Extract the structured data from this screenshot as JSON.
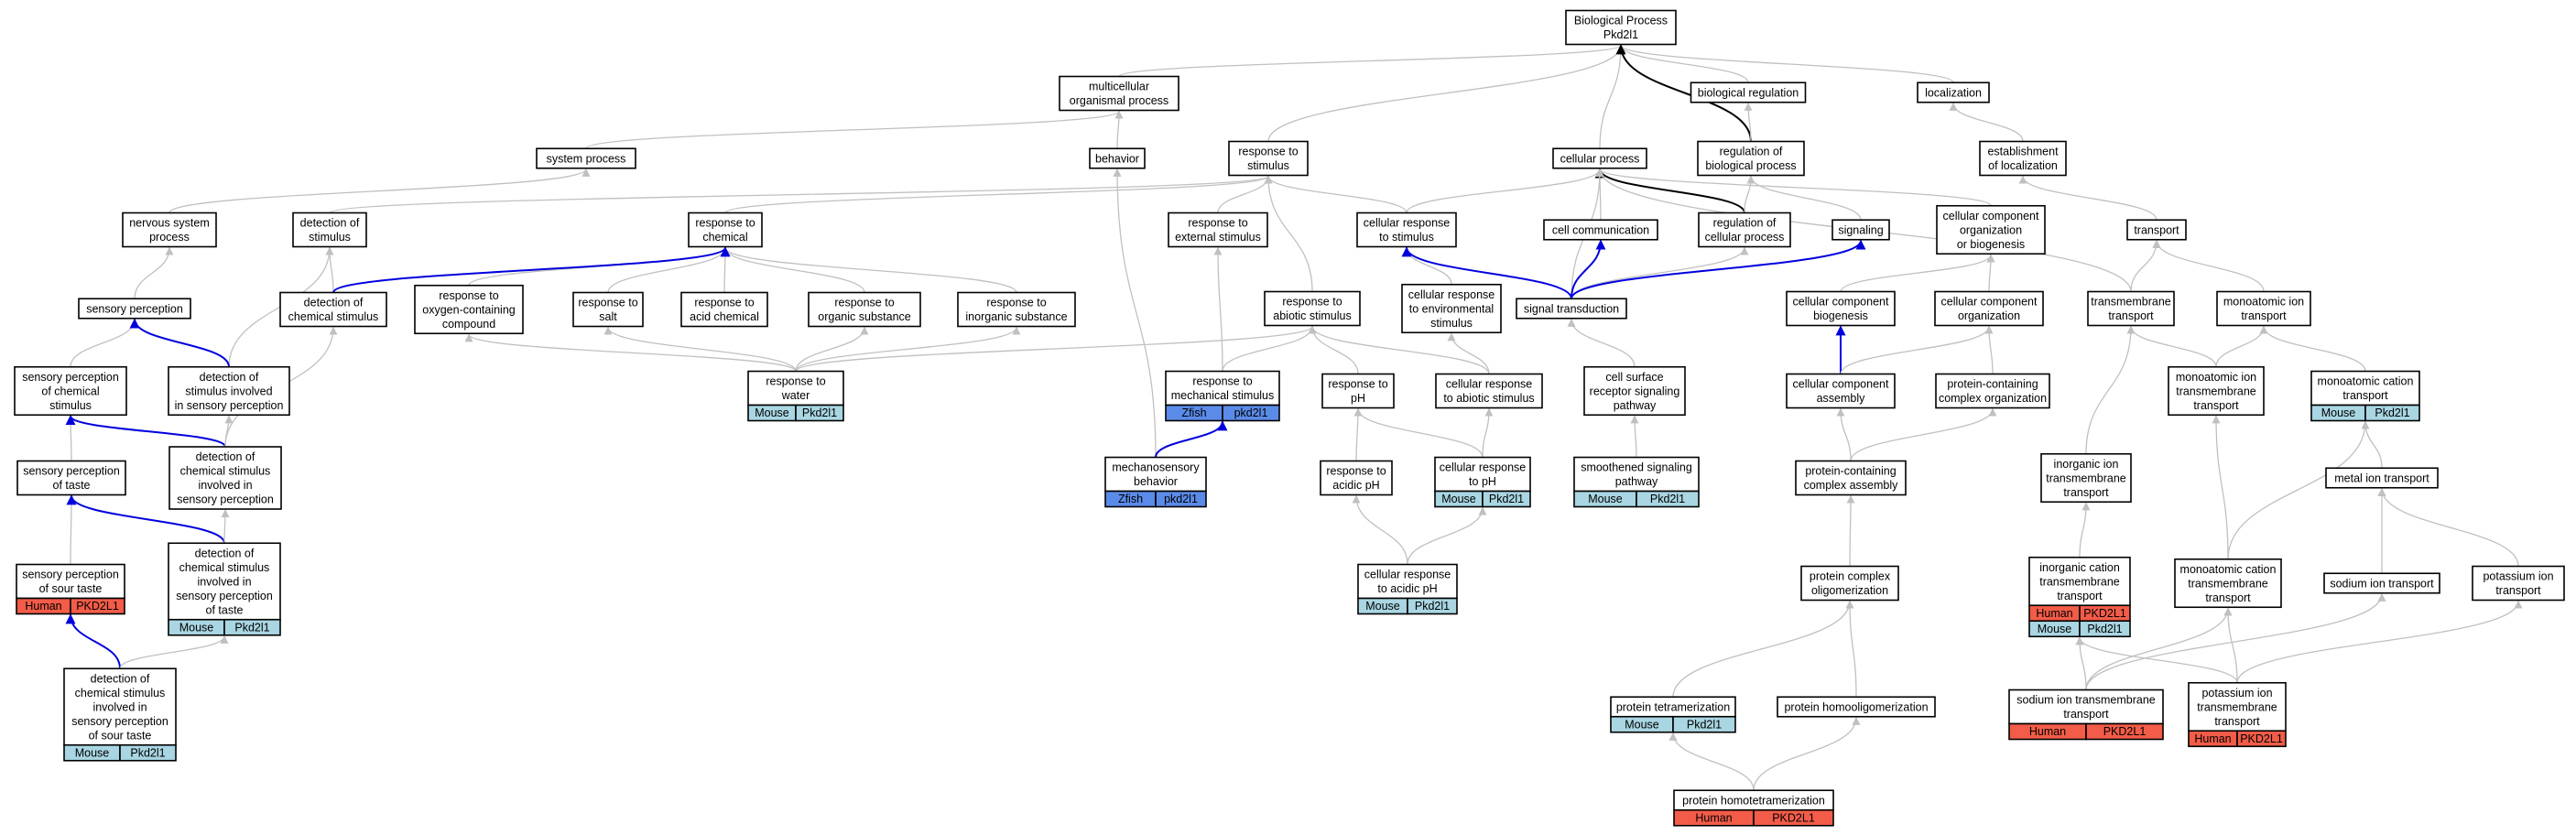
{
  "colors": {
    "edge_default": "#c0c0c0",
    "edge_highlight": "#0000dd",
    "edge_black": "#000000",
    "Human": "#f25c48",
    "Mouse": "#a9d6e2",
    "Zfish": "#5b8be9"
  },
  "nodes": [
    {
      "id": "bp",
      "label": [
        "Biological Process",
        "Pkd2l1"
      ],
      "ann": []
    },
    {
      "id": "mop",
      "label": [
        "multicellular",
        "organismal process"
      ],
      "ann": []
    },
    {
      "id": "breg",
      "label": [
        "biological regulation"
      ],
      "ann": []
    },
    {
      "id": "loc",
      "label": [
        "localization"
      ],
      "ann": []
    },
    {
      "id": "sysp",
      "label": [
        "system process"
      ],
      "ann": []
    },
    {
      "id": "beh",
      "label": [
        "behavior"
      ],
      "ann": []
    },
    {
      "id": "rts",
      "label": [
        "response to",
        "stimulus"
      ],
      "ann": []
    },
    {
      "id": "cellp",
      "label": [
        "cellular process"
      ],
      "ann": []
    },
    {
      "id": "rbp",
      "label": [
        "regulation of",
        "biological process"
      ],
      "ann": []
    },
    {
      "id": "estloc",
      "label": [
        "establishment",
        "of localization"
      ],
      "ann": []
    },
    {
      "id": "nsp",
      "label": [
        "nervous system",
        "process"
      ],
      "ann": []
    },
    {
      "id": "dos",
      "label": [
        "detection of",
        "stimulus"
      ],
      "ann": []
    },
    {
      "id": "rtc",
      "label": [
        "response to",
        "chemical"
      ],
      "ann": []
    },
    {
      "id": "rtes",
      "label": [
        "response to",
        "external stimulus"
      ],
      "ann": []
    },
    {
      "id": "crts",
      "label": [
        "cellular response",
        "to stimulus"
      ],
      "ann": []
    },
    {
      "id": "cc",
      "label": [
        "cell communication"
      ],
      "ann": []
    },
    {
      "id": "rcp",
      "label": [
        "regulation of",
        "cellular process"
      ],
      "ann": []
    },
    {
      "id": "sig",
      "label": [
        "signaling"
      ],
      "ann": []
    },
    {
      "id": "ccob",
      "label": [
        "cellular component",
        "organization",
        "or biogenesis"
      ],
      "ann": []
    },
    {
      "id": "transport",
      "label": [
        "transport"
      ],
      "ann": []
    },
    {
      "id": "sp",
      "label": [
        "sensory perception"
      ],
      "ann": []
    },
    {
      "id": "docs",
      "label": [
        "detection of",
        "chemical stimulus"
      ],
      "ann": []
    },
    {
      "id": "rocc",
      "label": [
        "response to",
        "oxygen-containing",
        "compound"
      ],
      "ann": []
    },
    {
      "id": "rsalt",
      "label": [
        "response to",
        "salt"
      ],
      "ann": []
    },
    {
      "id": "racid",
      "label": [
        "response to",
        "acid chemical"
      ],
      "ann": []
    },
    {
      "id": "rorg",
      "label": [
        "response to",
        "organic substance"
      ],
      "ann": []
    },
    {
      "id": "rinorg",
      "label": [
        "response to",
        "inorganic substance"
      ],
      "ann": []
    },
    {
      "id": "rabio",
      "label": [
        "response to",
        "abiotic stimulus"
      ],
      "ann": []
    },
    {
      "id": "crenv",
      "label": [
        "cellular response",
        "to environmental",
        "stimulus"
      ],
      "ann": []
    },
    {
      "id": "st",
      "label": [
        "signal transduction"
      ],
      "ann": []
    },
    {
      "id": "ccbio",
      "label": [
        "cellular component",
        "biogenesis"
      ],
      "ann": []
    },
    {
      "id": "ccorg",
      "label": [
        "cellular component",
        "organization"
      ],
      "ann": []
    },
    {
      "id": "tmt",
      "label": [
        "transmembrane",
        "transport"
      ],
      "ann": []
    },
    {
      "id": "mit",
      "label": [
        "monoatomic ion",
        "transport"
      ],
      "ann": []
    },
    {
      "id": "spcs",
      "label": [
        "sensory perception",
        "of chemical",
        "stimulus"
      ],
      "ann": []
    },
    {
      "id": "dsisp",
      "label": [
        "detection of",
        "stimulus involved",
        "in sensory perception"
      ],
      "ann": []
    },
    {
      "id": "rwater",
      "label": [
        "response to",
        "water"
      ],
      "ann": [
        [
          "Mouse",
          "Pkd2l1"
        ]
      ]
    },
    {
      "id": "rmech",
      "label": [
        "response to",
        "mechanical stimulus"
      ],
      "ann": [
        [
          "Zfish",
          "pkd2l1"
        ]
      ]
    },
    {
      "id": "rph",
      "label": [
        "response to",
        "pH"
      ],
      "ann": []
    },
    {
      "id": "crabio",
      "label": [
        "cellular response",
        "to abiotic stimulus"
      ],
      "ann": []
    },
    {
      "id": "csrsp",
      "label": [
        "cell surface",
        "receptor signaling",
        "pathway"
      ],
      "ann": []
    },
    {
      "id": "cca",
      "label": [
        "cellular component",
        "assembly"
      ],
      "ann": []
    },
    {
      "id": "pcco",
      "label": [
        "protein-containing",
        "complex organization"
      ],
      "ann": []
    },
    {
      "id": "mitmt",
      "label": [
        "monoatomic ion",
        "transmembrane",
        "transport"
      ],
      "ann": []
    },
    {
      "id": "mct",
      "label": [
        "monoatomic cation",
        "transport"
      ],
      "ann": [
        [
          "Mouse",
          "Pkd2l1"
        ]
      ]
    },
    {
      "id": "spt",
      "label": [
        "sensory perception",
        "of taste"
      ],
      "ann": []
    },
    {
      "id": "dcsisp",
      "label": [
        "detection of",
        "chemical stimulus",
        "involved in",
        "sensory perception"
      ],
      "ann": []
    },
    {
      "id": "mechb",
      "label": [
        "mechanosensory",
        "behavior"
      ],
      "ann": [
        [
          "Zfish",
          "pkd2l1"
        ]
      ]
    },
    {
      "id": "rapH",
      "label": [
        "response to",
        "acidic pH"
      ],
      "ann": []
    },
    {
      "id": "crpH",
      "label": [
        "cellular response",
        "to pH"
      ],
      "ann": [
        [
          "Mouse",
          "Pkd2l1"
        ]
      ]
    },
    {
      "id": "ssp",
      "label": [
        "smoothened signaling",
        "pathway"
      ],
      "ann": [
        [
          "Mouse",
          "Pkd2l1"
        ]
      ]
    },
    {
      "id": "pcca",
      "label": [
        "protein-containing",
        "complex assembly"
      ],
      "ann": []
    },
    {
      "id": "iitt",
      "label": [
        "inorganic ion",
        "transmembrane",
        "transport"
      ],
      "ann": []
    },
    {
      "id": "mitr",
      "label": [
        "metal ion transport"
      ],
      "ann": []
    },
    {
      "id": "spst",
      "label": [
        "sensory perception",
        "of sour taste"
      ],
      "ann": [
        [
          "Human",
          "PKD2L1"
        ]
      ]
    },
    {
      "id": "dcsispt",
      "label": [
        "detection of",
        "chemical stimulus",
        "involved in",
        "sensory perception",
        "of taste"
      ],
      "ann": [
        [
          "Mouse",
          "Pkd2l1"
        ]
      ]
    },
    {
      "id": "crapH",
      "label": [
        "cellular response",
        "to acidic pH"
      ],
      "ann": [
        [
          "Mouse",
          "Pkd2l1"
        ]
      ]
    },
    {
      "id": "pco",
      "label": [
        "protein complex",
        "oligomerization"
      ],
      "ann": []
    },
    {
      "id": "ictt",
      "label": [
        "inorganic cation",
        "transmembrane",
        "transport"
      ],
      "ann": [
        [
          "Human",
          "PKD2L1"
        ],
        [
          "Mouse",
          "Pkd2l1"
        ]
      ]
    },
    {
      "id": "mctt",
      "label": [
        "monoatomic cation",
        "transmembrane",
        "transport"
      ],
      "ann": []
    },
    {
      "id": "sit",
      "label": [
        "sodium ion transport"
      ],
      "ann": []
    },
    {
      "id": "kit",
      "label": [
        "potassium ion",
        "transport"
      ],
      "ann": []
    },
    {
      "id": "dcsispst",
      "label": [
        "detection of",
        "chemical stimulus",
        "involved in",
        "sensory perception",
        "of sour taste"
      ],
      "ann": [
        [
          "Mouse",
          "Pkd2l1"
        ]
      ]
    },
    {
      "id": "ptet",
      "label": [
        "protein tetramerization"
      ],
      "ann": [
        [
          "Mouse",
          "Pkd2l1"
        ]
      ]
    },
    {
      "id": "phom",
      "label": [
        "protein homooligomerization"
      ],
      "ann": []
    },
    {
      "id": "sitt",
      "label": [
        "sodium ion transmembrane",
        "transport"
      ],
      "ann": [
        [
          "Human",
          "PKD2L1"
        ]
      ]
    },
    {
      "id": "kitt",
      "label": [
        "potassium ion",
        "transmembrane",
        "transport"
      ],
      "ann": [
        [
          "Human",
          "PKD2L1"
        ]
      ]
    },
    {
      "id": "phtt",
      "label": [
        "protein homotetramerization"
      ],
      "ann": [
        [
          "Human",
          "PKD2L1"
        ]
      ]
    }
  ],
  "edges": [
    [
      "mop",
      "bp",
      "g"
    ],
    [
      "breg",
      "bp",
      "g"
    ],
    [
      "loc",
      "bp",
      "g"
    ],
    [
      "rts",
      "bp",
      "g"
    ],
    [
      "cellp",
      "bp",
      "g"
    ],
    [
      "rbp",
      "bp",
      "k"
    ],
    [
      "sysp",
      "mop",
      "g"
    ],
    [
      "beh",
      "mop",
      "g"
    ],
    [
      "rbp",
      "breg",
      "g"
    ],
    [
      "estloc",
      "loc",
      "g"
    ],
    [
      "nsp",
      "sysp",
      "g"
    ],
    [
      "dos",
      "rts",
      "g"
    ],
    [
      "rtc",
      "rts",
      "g"
    ],
    [
      "rtes",
      "rts",
      "g"
    ],
    [
      "rabio",
      "rts",
      "g"
    ],
    [
      "crts",
      "rts",
      "g"
    ],
    [
      "crts",
      "cellp",
      "g"
    ],
    [
      "cc",
      "cellp",
      "g"
    ],
    [
      "rcp",
      "cellp",
      "k"
    ],
    [
      "st",
      "cellp",
      "g"
    ],
    [
      "ccob",
      "cellp",
      "g"
    ],
    [
      "tmt",
      "cellp",
      "g"
    ],
    [
      "rcp",
      "rbp",
      "g"
    ],
    [
      "sig",
      "rbp",
      "g"
    ],
    [
      "transport",
      "estloc",
      "g"
    ],
    [
      "sp",
      "nsp",
      "g"
    ],
    [
      "docs",
      "dos",
      "g"
    ],
    [
      "dsisp",
      "dos",
      "g"
    ],
    [
      "rocc",
      "rtc",
      "g"
    ],
    [
      "rsalt",
      "rtc",
      "g"
    ],
    [
      "racid",
      "rtc",
      "g"
    ],
    [
      "rorg",
      "rtc",
      "g"
    ],
    [
      "rinorg",
      "rtc",
      "g"
    ],
    [
      "docs",
      "rtc",
      "b"
    ],
    [
      "rmech",
      "rtes",
      "g"
    ],
    [
      "crenv",
      "crts",
      "g"
    ],
    [
      "st",
      "crts",
      "b"
    ],
    [
      "st",
      "cc",
      "b"
    ],
    [
      "st",
      "rcp",
      "g"
    ],
    [
      "st",
      "sig",
      "b"
    ],
    [
      "ccbio",
      "ccob",
      "g"
    ],
    [
      "ccorg",
      "ccob",
      "g"
    ],
    [
      "tmt",
      "transport",
      "g"
    ],
    [
      "mit",
      "transport",
      "g"
    ],
    [
      "spcs",
      "sp",
      "g"
    ],
    [
      "dsisp",
      "sp",
      "b"
    ],
    [
      "rwater",
      "rocc",
      "g"
    ],
    [
      "rwater",
      "rsalt",
      "g"
    ],
    [
      "rwater",
      "rorg",
      "g"
    ],
    [
      "rwater",
      "rinorg",
      "g"
    ],
    [
      "rwater",
      "rabio",
      "g"
    ],
    [
      "rmech",
      "rabio",
      "g"
    ],
    [
      "rph",
      "rabio",
      "g"
    ],
    [
      "crabio",
      "rabio",
      "g"
    ],
    [
      "crabio",
      "crenv",
      "g"
    ],
    [
      "csrsp",
      "st",
      "g"
    ],
    [
      "cca",
      "ccbio",
      "b"
    ],
    [
      "cca",
      "ccorg",
      "g"
    ],
    [
      "pcco",
      "ccorg",
      "g"
    ],
    [
      "mitmt",
      "tmt",
      "g"
    ],
    [
      "mitmt",
      "mit",
      "g"
    ],
    [
      "mct",
      "mit",
      "g"
    ],
    [
      "spt",
      "spcs",
      "g"
    ],
    [
      "dcsisp",
      "spcs",
      "b"
    ],
    [
      "dcsisp",
      "dsisp",
      "g"
    ],
    [
      "dcsisp",
      "docs",
      "g"
    ],
    [
      "mechb",
      "beh",
      "g"
    ],
    [
      "mechb",
      "rmech",
      "b"
    ],
    [
      "rapH",
      "rph",
      "g"
    ],
    [
      "crpH",
      "rph",
      "g"
    ],
    [
      "crpH",
      "crabio",
      "g"
    ],
    [
      "ssp",
      "csrsp",
      "g"
    ],
    [
      "pcca",
      "cca",
      "g"
    ],
    [
      "pcca",
      "pcco",
      "g"
    ],
    [
      "iitt",
      "tmt",
      "g"
    ],
    [
      "mitr",
      "mct",
      "g"
    ],
    [
      "spst",
      "spt",
      "g"
    ],
    [
      "dcsispt",
      "spt",
      "b"
    ],
    [
      "dcsispt",
      "dcsisp",
      "g"
    ],
    [
      "crapH",
      "rapH",
      "g"
    ],
    [
      "crapH",
      "crpH",
      "g"
    ],
    [
      "pco",
      "pcca",
      "g"
    ],
    [
      "ictt",
      "iitt",
      "g"
    ],
    [
      "mctt",
      "mitmt",
      "g"
    ],
    [
      "mctt",
      "mct",
      "g"
    ],
    [
      "sit",
      "mitr",
      "g"
    ],
    [
      "kit",
      "mitr",
      "g"
    ],
    [
      "dcsispst",
      "spst",
      "b"
    ],
    [
      "dcsispst",
      "dcsispt",
      "g"
    ],
    [
      "ptet",
      "pco",
      "g"
    ],
    [
      "phom",
      "pco",
      "g"
    ],
    [
      "sitt",
      "ictt",
      "g"
    ],
    [
      "sitt",
      "sit",
      "g"
    ],
    [
      "sitt",
      "mctt",
      "g"
    ],
    [
      "kitt",
      "ictt",
      "g"
    ],
    [
      "kitt",
      "kit",
      "g"
    ],
    [
      "kitt",
      "mctt",
      "g"
    ],
    [
      "phtt",
      "ptet",
      "g"
    ],
    [
      "phtt",
      "phom",
      "g"
    ]
  ]
}
